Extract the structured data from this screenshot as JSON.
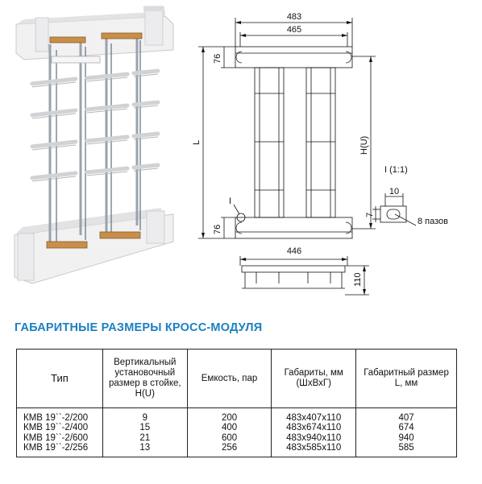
{
  "drawing": {
    "dim_483": "483",
    "dim_465": "465",
    "dim_76_top": "76",
    "dim_76_bottom": "76",
    "dim_L": "L",
    "dim_HU": "H(U)",
    "detail_marker": "I",
    "detail_title": "I (1:1)",
    "detail_10": "10",
    "detail_7": "7",
    "detail_slots": "8 пазов",
    "dim_446": "446",
    "dim_110": "110"
  },
  "heading": "ГАБАРИТНЫЕ РАЗМЕРЫ КРОСС-МОДУЛЯ",
  "table": {
    "headers": {
      "type": "Тип",
      "vertical": [
        "Вертикальный",
        "установочный",
        "размер  в стойке,",
        "H(U)"
      ],
      "capacity": "Емкость, пар",
      "dimensions": [
        "Габариты, мм",
        "(ШхВхГ)"
      ],
      "overall": [
        "Габаритный размер",
        "L, мм"
      ]
    },
    "rows": [
      {
        "type": "КМВ  19``-2/200",
        "vertical": "9",
        "capacity": "200",
        "dimensions": "483х407х110",
        "overall": "407"
      },
      {
        "type": "КМВ  19``-2/400",
        "vertical": "15",
        "capacity": "400",
        "dimensions": "483х674х110",
        "overall": "674"
      },
      {
        "type": "КМВ  19``-2/600",
        "vertical": "21",
        "capacity": "600",
        "dimensions": "483х940х110",
        "overall": "940"
      },
      {
        "type": "КМВ  19``-2/256",
        "vertical": "13",
        "capacity": "256",
        "dimensions": "483х585х110",
        "overall": "585"
      }
    ]
  }
}
